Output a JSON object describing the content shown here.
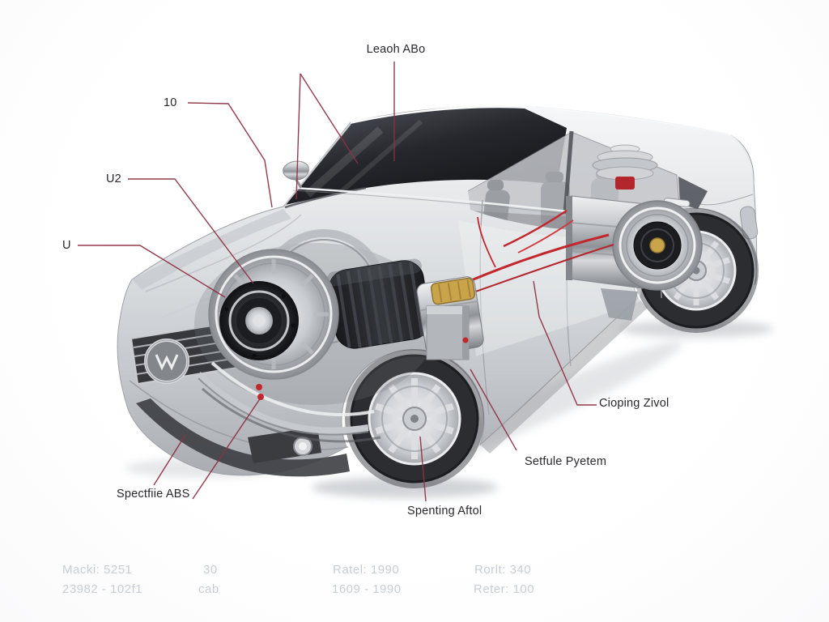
{
  "page": {
    "type": "technical-cutaway-diagram",
    "subject": "silver sedan with exposed clutch, drivetrain and rear drive components"
  },
  "colors": {
    "leader_line": "#8e3044",
    "wire_red": "#c1272d",
    "body_silver": "#d6d9dd",
    "glass_dark": "#2e3136",
    "gold_accent": "#c9a44a",
    "label_text": "#28282d",
    "footer_text": "#c8cdd5"
  },
  "callouts": [
    {
      "id": "leaoh-abo",
      "label": "Leaoh ABo"
    },
    {
      "id": "ten",
      "label": "10"
    },
    {
      "id": "u2",
      "label": "U2"
    },
    {
      "id": "u",
      "label": "U"
    },
    {
      "id": "spectfiie-abs",
      "label": "Spectfiie ABS"
    },
    {
      "id": "spenting-aftol",
      "label": "Spenting Aftol"
    },
    {
      "id": "setfule-pyetem",
      "label": "Setfule Pyetem"
    },
    {
      "id": "cioping-zivol",
      "label": "Cioping Zivol"
    }
  ],
  "footer": {
    "rows": [
      [
        "Macki: 5251",
        "30",
        "Ratel: 1990",
        "Rorlt: 340"
      ],
      [
        "23982 - 102f1",
        "cab",
        "1609 - 1990",
        "Reter: 100"
      ]
    ]
  }
}
